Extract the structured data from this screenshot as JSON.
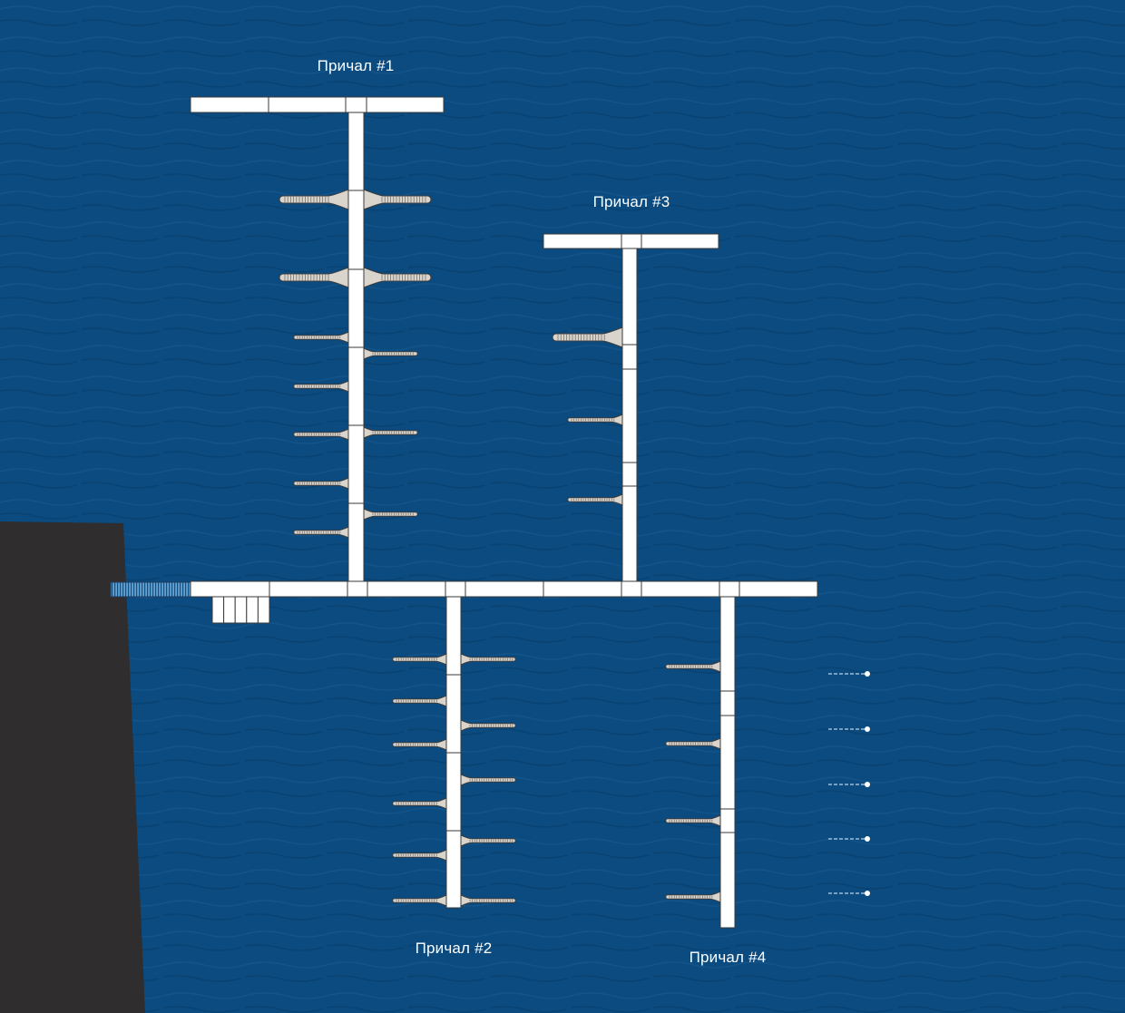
{
  "colors": {
    "water": "#0b4b80",
    "water_dark": "#073e6d",
    "shore": "#2f2d2e",
    "pier": "#ffffff",
    "pier_stroke": "#3a3a3a",
    "finger": "#d9d4cc",
    "gangway": "#4a90c8",
    "buoy": "#ffffff"
  },
  "piers": [
    {
      "id": "pier-1",
      "label": "Причал #1"
    },
    {
      "id": "pier-2",
      "label": "Причал #2"
    },
    {
      "id": "pier-3",
      "label": "Причал #3"
    },
    {
      "id": "pier-4",
      "label": "Причал #4"
    }
  ]
}
